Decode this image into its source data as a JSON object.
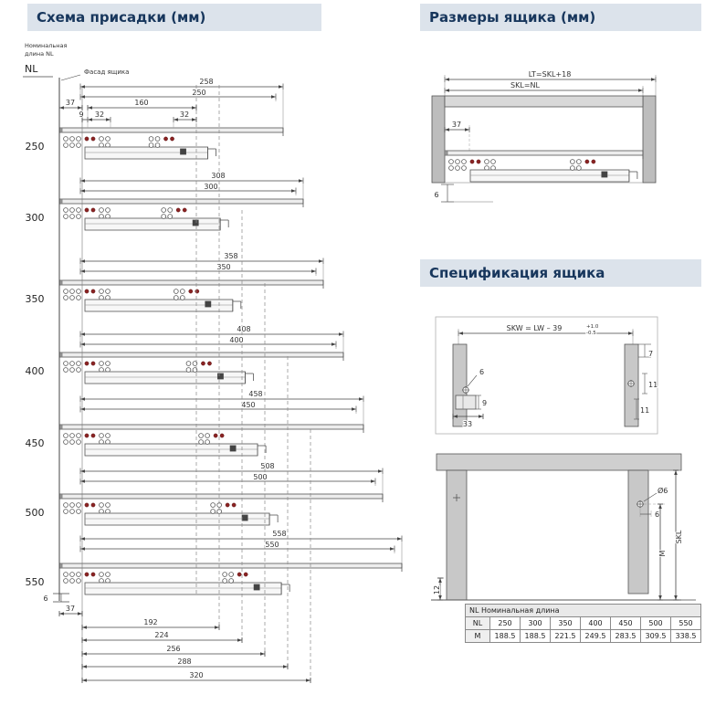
{
  "headers": {
    "drilling": "Схема присадки (мм)",
    "dimensions": "Размеры ящика (мм)",
    "spec": "Спецификация ящика"
  },
  "left": {
    "caption1": "Номинальная",
    "caption2": "длина NL",
    "nl_axis": "NL",
    "facade": "Фасад ящика",
    "rows": [
      {
        "nl": "250",
        "outer": "258",
        "inner": "250"
      },
      {
        "nl": "300",
        "outer": "308",
        "inner": "300"
      },
      {
        "nl": "350",
        "outer": "358",
        "inner": "350"
      },
      {
        "nl": "400",
        "outer": "408",
        "inner": "400"
      },
      {
        "nl": "450",
        "outer": "458",
        "inner": "450"
      },
      {
        "nl": "500",
        "outer": "508",
        "inner": "500"
      },
      {
        "nl": "550",
        "outer": "558",
        "inner": "550"
      }
    ],
    "row1_dims": {
      "d37": "37",
      "d9": "9",
      "d32a": "32",
      "d160": "160",
      "d32b": "32"
    },
    "bottom_dims": {
      "d6": "6",
      "d37": "37",
      "d192": "192",
      "d224": "224",
      "d256": "256",
      "d288": "288",
      "d320": "320"
    }
  },
  "drawer_dims": {
    "lt": "LT=SKL+18",
    "skl": "SKL=NL",
    "d37": "37",
    "d6": "6"
  },
  "spec_top": {
    "skw": "SKW = LW – 39",
    "tol_plus": "+1.0",
    "tol_minus": "-0.5",
    "d6": "6",
    "d7": "7",
    "d11a": "11",
    "d9": "9",
    "d33": "33",
    "d11b": "11"
  },
  "spec_front": {
    "dia": "Ø6",
    "d6": "6",
    "skl": "SKL",
    "m": "M",
    "d12": "12"
  },
  "table": {
    "title": "NL Номинальная длина",
    "rows": [
      {
        "label": "NL",
        "values": [
          "250",
          "300",
          "350",
          "400",
          "450",
          "500",
          "550"
        ]
      },
      {
        "label": "M",
        "values": [
          "188.5",
          "188.5",
          "221.5",
          "249.5",
          "283.5",
          "309.5",
          "338.5"
        ]
      }
    ]
  }
}
